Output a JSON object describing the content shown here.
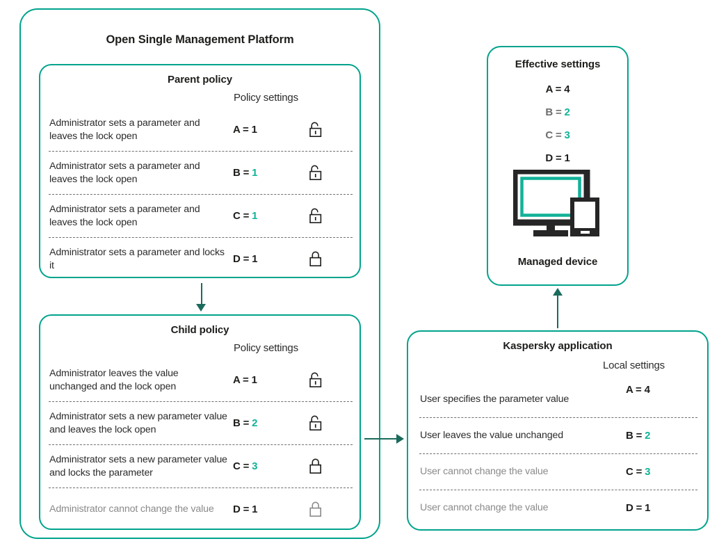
{
  "platform": {
    "title": "Open Single Management Platform"
  },
  "parent_policy": {
    "title": "Parent policy",
    "settings_label": "Policy settings",
    "rows": [
      {
        "desc": "Administrator sets a parameter and leaves the lock open",
        "key": "A",
        "value": "1",
        "value_teal": false,
        "lock": "unlocked",
        "dim": false
      },
      {
        "desc": "Administrator sets a parameter and leaves the lock open",
        "key": "B",
        "value": "1",
        "value_teal": true,
        "lock": "unlocked",
        "dim": false
      },
      {
        "desc": "Administrator sets a parameter and leaves the lock open",
        "key": "C",
        "value": "1",
        "value_teal": true,
        "lock": "unlocked",
        "dim": false
      },
      {
        "desc": "Administrator sets a parameter and locks it",
        "key": "D",
        "value": "1",
        "value_teal": false,
        "lock": "locked",
        "dim": false
      }
    ]
  },
  "child_policy": {
    "title": "Child policy",
    "settings_label": "Policy settings",
    "rows": [
      {
        "desc": "Administrator leaves the value unchanged  and the lock open",
        "key": "A",
        "value": "1",
        "value_teal": false,
        "lock": "unlocked",
        "dim": false
      },
      {
        "desc": "Administrator sets a new parameter value and leaves the lock open",
        "key": "B",
        "value": "2",
        "value_teal": true,
        "lock": "unlocked",
        "dim": false
      },
      {
        "desc": "Administrator sets a new parameter  value and locks the parameter",
        "key": "C",
        "value": "3",
        "value_teal": true,
        "lock": "locked",
        "dim": false
      },
      {
        "desc": "Administrator cannot change the value",
        "key": "D",
        "value": "1",
        "value_teal": false,
        "lock": "locked-dim",
        "dim": true
      }
    ]
  },
  "kaspersky_application": {
    "title": "Kaspersky application",
    "settings_label": "Local settings",
    "rows": [
      {
        "desc": "User specifies the parameter value",
        "key": "A",
        "value": "4",
        "value_teal": false,
        "dim": false
      },
      {
        "desc": "User leaves the value unchanged",
        "key": "B",
        "value": "2",
        "value_teal": true,
        "dim": false
      },
      {
        "desc": "User cannot change the value",
        "key": "C",
        "value": "3",
        "value_teal": true,
        "dim": true
      },
      {
        "desc": "User cannot change the value",
        "key": "D",
        "value": "1",
        "value_teal": false,
        "dim": true
      }
    ]
  },
  "effective_settings": {
    "title": "Effective settings",
    "caption": "Managed device",
    "lines": [
      {
        "key": "A",
        "value": "4",
        "value_teal": false,
        "dim_label": false
      },
      {
        "key": "B",
        "value": "2",
        "value_teal": true,
        "dim_label": true
      },
      {
        "key": "C",
        "value": "3",
        "value_teal": true,
        "dim_label": true
      },
      {
        "key": "D",
        "value": "1",
        "value_teal": false,
        "dim_label": false
      }
    ],
    "device_icon": "monitor-and-phone-icon"
  },
  "colors": {
    "accent_teal": "#00a38c",
    "value_teal": "#12b298",
    "arrow": "#1a6b5c",
    "text": "#1d1d1b",
    "text_dim": "#8a8a8a",
    "device_dark": "#262626"
  },
  "arrows": [
    {
      "name": "parent-to-child-arrow",
      "direction": "down"
    },
    {
      "name": "child-to-application-arrow",
      "direction": "right"
    },
    {
      "name": "application-to-device-arrow",
      "direction": "up"
    }
  ]
}
